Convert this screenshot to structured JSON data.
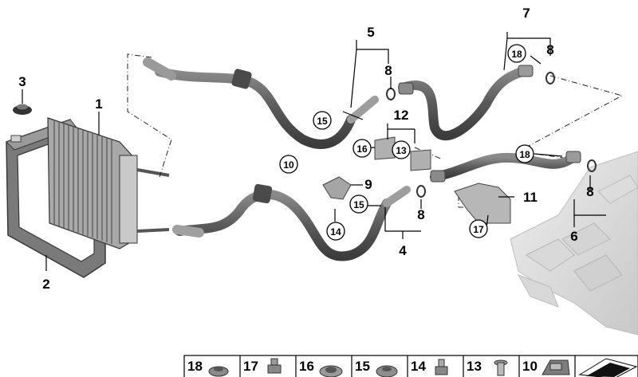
{
  "diagram": {
    "callouts": {
      "p1": "1",
      "p2": "2",
      "p3": "3",
      "p4": "4",
      "p5": "5",
      "p6": "6",
      "p7": "7",
      "p8a": "8",
      "p8b": "8",
      "p8c": "8",
      "p8d": "8",
      "p9": "9",
      "p10": "10",
      "p11": "11",
      "p12": "12",
      "p13": "13",
      "p14": "14",
      "p15a": "15",
      "p15b": "15",
      "p16": "16",
      "p17": "17",
      "p18a": "18",
      "p18b": "18"
    },
    "legend": [
      "18",
      "17",
      "16",
      "15",
      "14",
      "13",
      "10"
    ]
  }
}
